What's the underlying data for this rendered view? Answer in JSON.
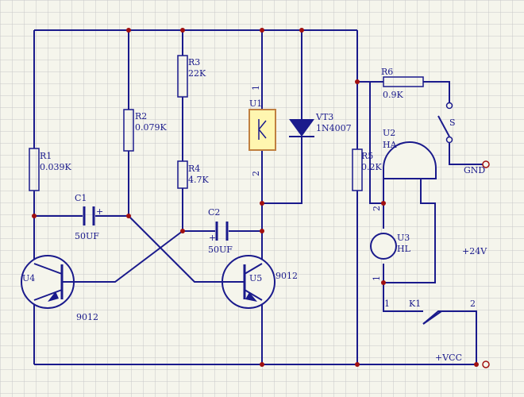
{
  "colors": {
    "wire": "#1a1a8c",
    "junction": "#a01010",
    "grid": "#c8c8c8",
    "background": "#f5f5ec",
    "relay_fill": "#fff6b0",
    "relay_border": "#c08040",
    "diode_fill": "#1a1a8c",
    "label": "#1a1a8c",
    "terminal": "#a01010"
  },
  "components": {
    "r1": {
      "name": "R1",
      "value": "0.039K"
    },
    "r2": {
      "name": "R2",
      "value": "0.079K"
    },
    "r3": {
      "name": "R3",
      "value": "22K"
    },
    "r4": {
      "name": "R4",
      "value": "4.7K"
    },
    "r5": {
      "name": "R5",
      "value": "0.2K"
    },
    "r6": {
      "name": "R6",
      "value": "0.9K"
    },
    "c1": {
      "name": "C1",
      "value": "50UF",
      "polarity": "+"
    },
    "c2": {
      "name": "C2",
      "value": "50UF",
      "polarity": "+"
    },
    "u1": {
      "name": "U1",
      "pin1": "1",
      "pin2": "2"
    },
    "vt3": {
      "name": "VT3",
      "value": "1N4007"
    },
    "u2": {
      "name": "U2",
      "value": "HA",
      "pin2": "2"
    },
    "u3": {
      "name": "U3",
      "value": "HL",
      "pin1": "1"
    },
    "u4": {
      "name": "U4",
      "value": "9012"
    },
    "u5": {
      "name": "U5",
      "value": "9012"
    },
    "s": {
      "name": "S"
    },
    "k1": {
      "name": "K1",
      "pin1": "1",
      "pin2": "2"
    }
  },
  "nets": {
    "gnd": "GND",
    "vcc": "+VCC",
    "supply": "+24V"
  }
}
